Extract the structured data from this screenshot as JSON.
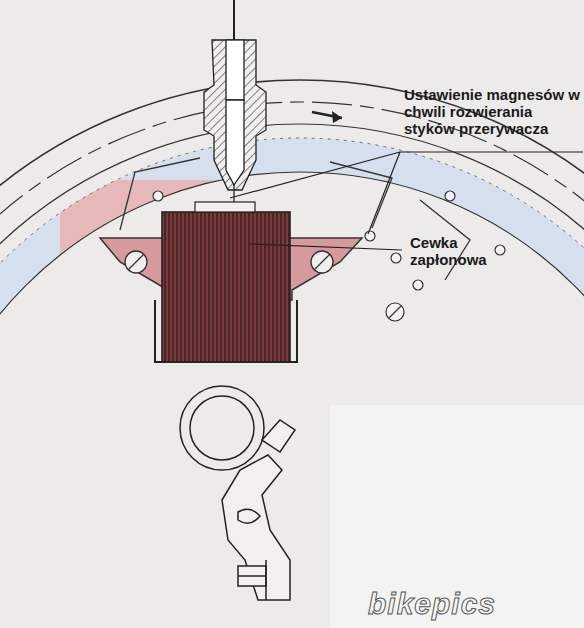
{
  "diagram": {
    "labels": [
      "Ustawienie magnesów w chwili rozwierania styków przerywacza",
      "Cewka zapłonowa",
      "bikepics"
    ]
  }
}
